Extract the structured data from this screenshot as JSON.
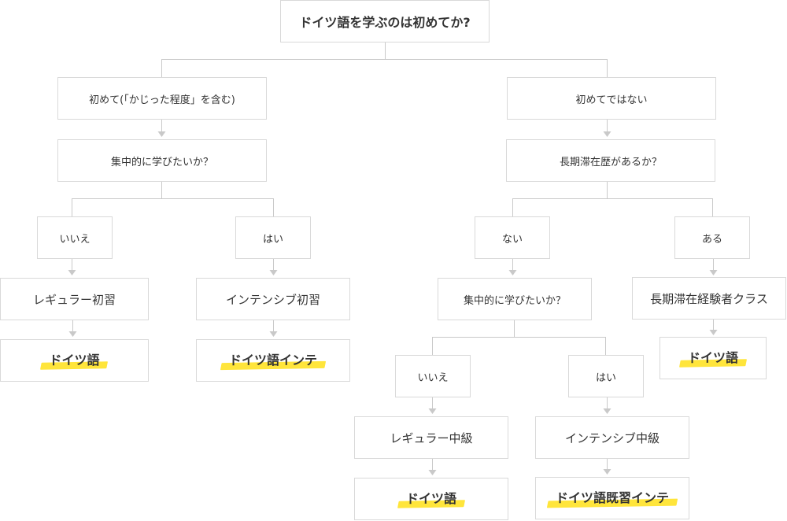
{
  "colors": {
    "line": "#c9c9c9",
    "arrow": "#c9c9c9",
    "border": "#d9d9d9",
    "highlight": "#ffe53b",
    "text": "#333333"
  },
  "nodes": {
    "root": "ドイツ語を学ぶのは初めてか?",
    "first_time": "初めて(「かじった程度」を含む)",
    "not_first_time": "初めてではない",
    "q_intensive_left": "集中的に学びたいか？",
    "q_long_stay": "長期滞在歴があるか？",
    "ans_no_left": "いいえ",
    "ans_yes_left": "はい",
    "ans_none": "ない",
    "ans_have": "ある",
    "course_regular_beginner": "レギュラー初習",
    "course_intensive_beginner": "インテンシブ初習",
    "q_intensive_right": "集中的に学びたいか？",
    "course_long_stay": "長期滞在経験者クラス",
    "result_regular_beginner": "ドイツ語",
    "result_intensive_beginner": "ドイツ語インテ",
    "ans_no_right": "いいえ",
    "ans_yes_right": "はい",
    "result_long_stay": "ドイツ語",
    "course_regular_intermediate": "レギュラー中級",
    "course_intensive_intermediate": "インテンシブ中級",
    "result_regular_intermediate": "ドイツ語",
    "result_intensive_intermediate": "ドイツ語既習インテ"
  }
}
